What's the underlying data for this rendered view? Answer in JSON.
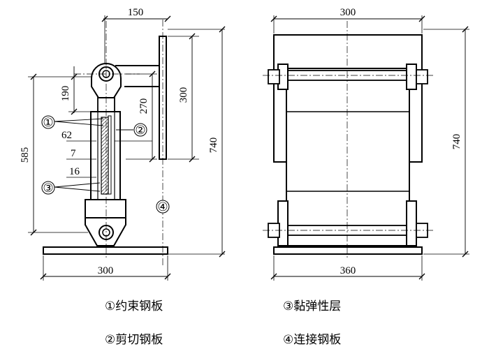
{
  "side_view": {
    "dims": {
      "top_width": "150",
      "left_height": "585",
      "upper_segment": "190",
      "pin_distance": "270",
      "plate_height": "300",
      "total_height": "740",
      "rubber_thickness": "62",
      "confine_thickness": "7",
      "shear_thickness": "16",
      "base_width": "300"
    },
    "markers": {
      "m1": "①",
      "m2": "②",
      "m3": "③",
      "m4": "④"
    }
  },
  "front_view": {
    "dims": {
      "top_width": "300",
      "total_height": "740",
      "base_width": "360"
    }
  },
  "legend": [
    "①约束钢板",
    "②剪切钢板",
    "③黏弹性层",
    "④连接钢板"
  ]
}
